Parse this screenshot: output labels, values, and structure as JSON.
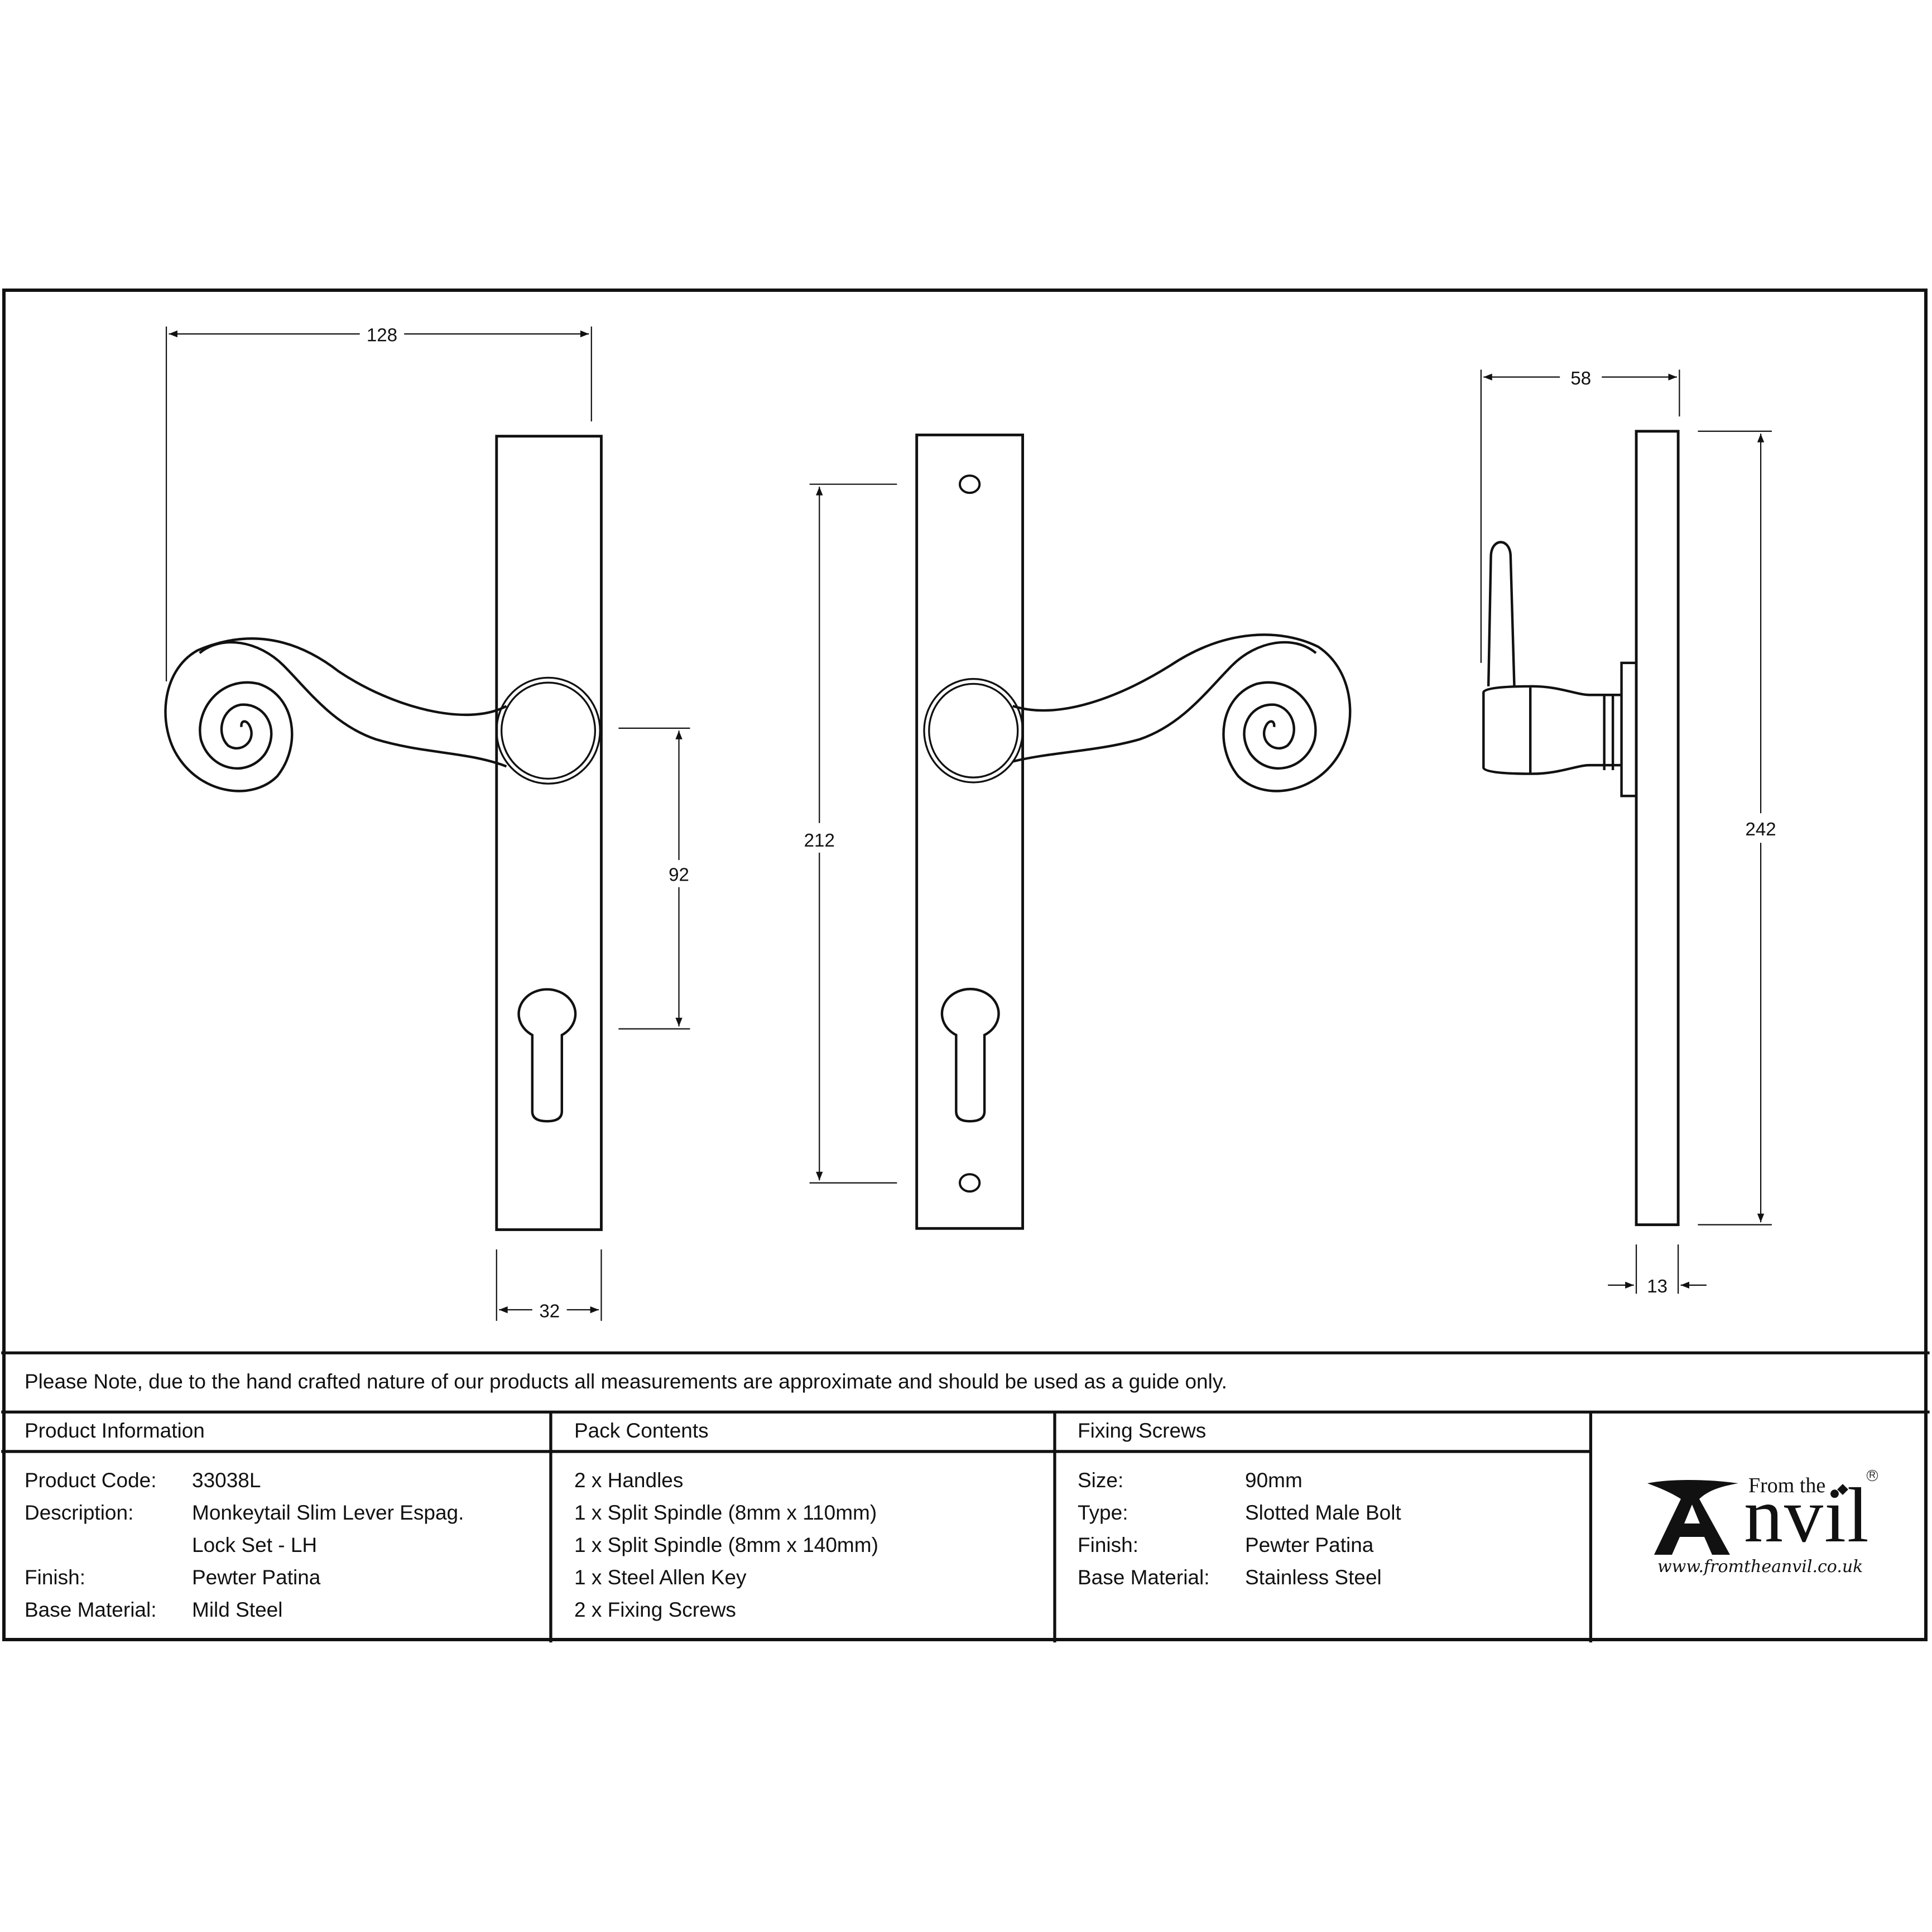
{
  "drawing": {
    "front_view_left": {
      "width_overall_label": "128",
      "plate_width_label": "32",
      "lever_to_keyhole_label": "92"
    },
    "front_view_center": {
      "fixing_centres_label": "212"
    },
    "side_view": {
      "projection_label": "58",
      "plate_height_label": "242",
      "plate_thickness_label": "13"
    }
  },
  "note": "Please Note, due to the hand crafted nature of our products all measurements are approximate and should be used as a guide only.",
  "product_information": {
    "heading": "Product Information",
    "rows": [
      {
        "label": "Product Code:",
        "value": "33038L"
      },
      {
        "label": "Description:",
        "value": "Monkeytail Slim Lever Espag."
      },
      {
        "label": "",
        "value": "Lock Set - LH"
      },
      {
        "label": "Finish:",
        "value": "Pewter Patina"
      },
      {
        "label": "Base Material:",
        "value": "Mild Steel"
      }
    ]
  },
  "pack_contents": {
    "heading": "Pack Contents",
    "items": [
      "2 x Handles",
      "1 x Split Spindle (8mm x 110mm)",
      "1 x Split Spindle (8mm x 140mm)",
      "1 x Steel Allen Key",
      "2 x Fixing Screws"
    ]
  },
  "fixing_screws": {
    "heading": "Fixing Screws",
    "rows": [
      {
        "label": "Size:",
        "value": "90mm"
      },
      {
        "label": "Type:",
        "value": "Slotted Male Bolt"
      },
      {
        "label": "Finish:",
        "value": "Pewter Patina"
      },
      {
        "label": "Base Material:",
        "value": "Stainless Steel"
      }
    ]
  },
  "logo": {
    "from_the": "From the",
    "anvil": "Anvil",
    "url": "www.fromtheanvil.co.uk",
    "registered": "R"
  }
}
